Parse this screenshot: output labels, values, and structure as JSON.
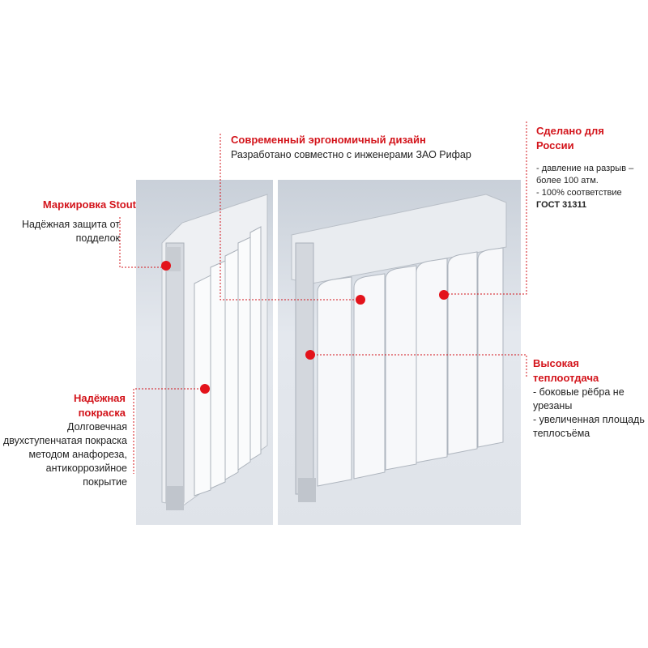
{
  "callouts": {
    "marking": {
      "title": "Маркировка Stout",
      "text": "Надёжная защита от подделок"
    },
    "design": {
      "title": "Современный эргономичный дизайн",
      "text": "Разработано совместно с инженерами ЗАО Рифар"
    },
    "russia": {
      "title": "Сделано для России",
      "line1": "- давление на разрыв – более 100 атм.",
      "line2_prefix": "- 100% соответствие ",
      "line2_bold": "ГОСТ 31311"
    },
    "heat": {
      "title": "Высокая теплоотдача",
      "line1": "- боковые рёбра не урезаны",
      "line2": "- увеличенная площадь теплосъёма"
    },
    "paint": {
      "title": "Надёжная покраска",
      "text": "Долговечная двухступенчатая покраска методом анафореза, антикоррозийное покрытие"
    }
  },
  "colors": {
    "accent": "#d3141b",
    "panel_bg": "#dfe3e9"
  }
}
